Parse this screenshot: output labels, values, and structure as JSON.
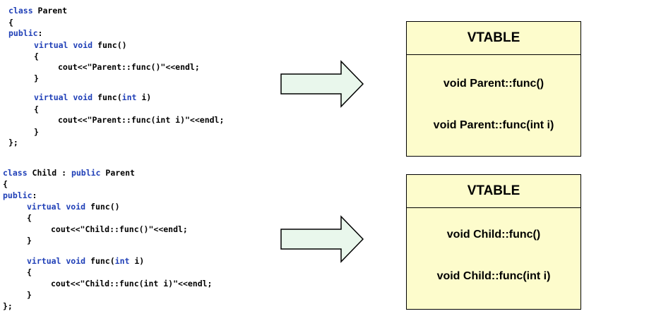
{
  "parent_code": [
    {
      "k": "class",
      "t": " Parent"
    },
    {
      "k": "",
      "t": "{"
    },
    {
      "k": "public",
      "t": ":"
    },
    {
      "k": "virtual void",
      "t": " func()"
    },
    {
      "k": "",
      "t": "{"
    },
    {
      "k": "",
      "t": "cout<<\"Parent::func()\"<<endl;"
    },
    {
      "k": "",
      "t": "}"
    },
    {
      "k": "virtual void",
      "t": " func(",
      "k2": "int",
      "t2": " i)"
    },
    {
      "k": "",
      "t": "{"
    },
    {
      "k": "",
      "t": "cout<<\"Parent::func(int i)\"<<endl;"
    },
    {
      "k": "",
      "t": "}"
    },
    {
      "k": "",
      "t": "};"
    }
  ],
  "child_code": [
    {
      "k": "class",
      "t": " Child : ",
      "k2": "public",
      "t2": " Parent"
    },
    {
      "k": "",
      "t": "{"
    },
    {
      "k": "public",
      "t": ":"
    },
    {
      "k": "virtual void",
      "t": " func()"
    },
    {
      "k": "",
      "t": "{"
    },
    {
      "k": "",
      "t": "cout<<\"Child::func()\"<<endl;"
    },
    {
      "k": "",
      "t": "}"
    },
    {
      "k": "virtual void",
      "t": " func(",
      "k2": "int",
      "t2": " i)"
    },
    {
      "k": "",
      "t": "{"
    },
    {
      "k": "",
      "t": "cout<<\"Child::func(int i)\"<<endl;"
    },
    {
      "k": "",
      "t": "}"
    },
    {
      "k": "",
      "t": "};"
    }
  ],
  "parent_vtable": {
    "title": "VTABLE",
    "entries": [
      "void Parent::func()",
      "void Parent::func(int i)"
    ]
  },
  "child_vtable": {
    "title": "VTABLE",
    "entries": [
      "void Child::func()",
      "void Child::func(int i)"
    ]
  },
  "colors": {
    "keyword": "#1f3fb7",
    "arrow_fill": "#e9f7ec",
    "vtable_fill": "#fdfccc"
  }
}
